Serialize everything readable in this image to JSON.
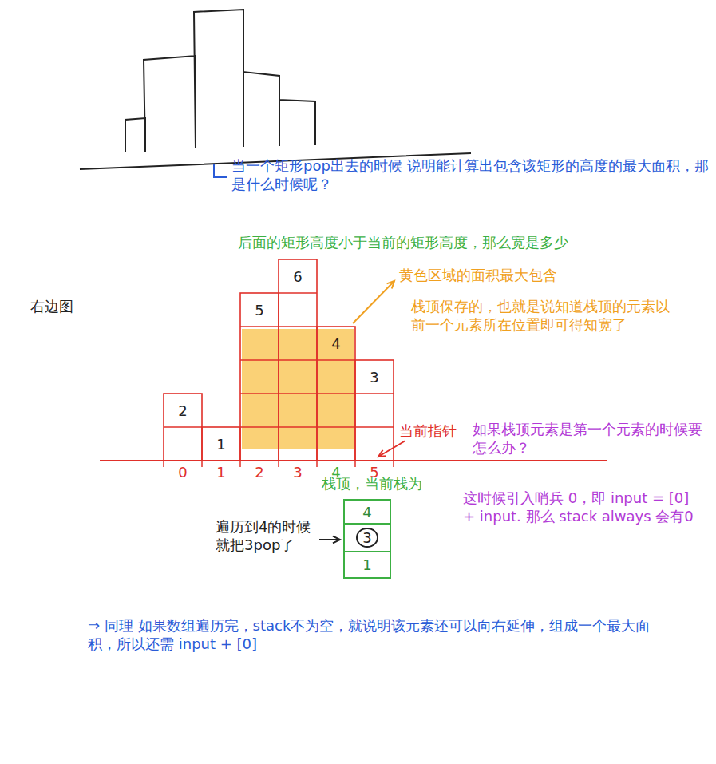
{
  "diagram": {
    "nodes": [
      {
        "text": [
          "4"
        ]
      },
      {
        "text": [
          "3"
        ]
      },
      {
        "text": [
          "1"
        ]
      }
    ],
    "labels": [
      "右边图",
      "当一个矩形pop出去的时候 说明能计算出包含该矩形的高度的最大面积，那是什么时候呢？",
      "后面的矩形高度小于当前的矩形高度，那么宽是多少",
      "黄色区域的面积最大包含",
      "栈顶保存的，也就是说知道栈顶的元素以前一个元素所在位置即可得知宽了",
      "2",
      "1",
      "5",
      "6",
      "4",
      "3",
      "0",
      "1",
      "2",
      "3",
      "4",
      "5",
      "当前指针",
      "如果栈顶元素是第一个元素的时候要怎么办？",
      "这时候引入哨兵 0，即 input = [0] + input. 那么 stack always 会有0",
      "栈顶，当前栈为",
      "遍历到4的时候就把3pop了",
      "⇒ 同理 如果数组遍历完，stack不为空，就说明该元素还可以向右延伸，组成一个最大面积，所以还需 input + [0]"
    ]
  }
}
